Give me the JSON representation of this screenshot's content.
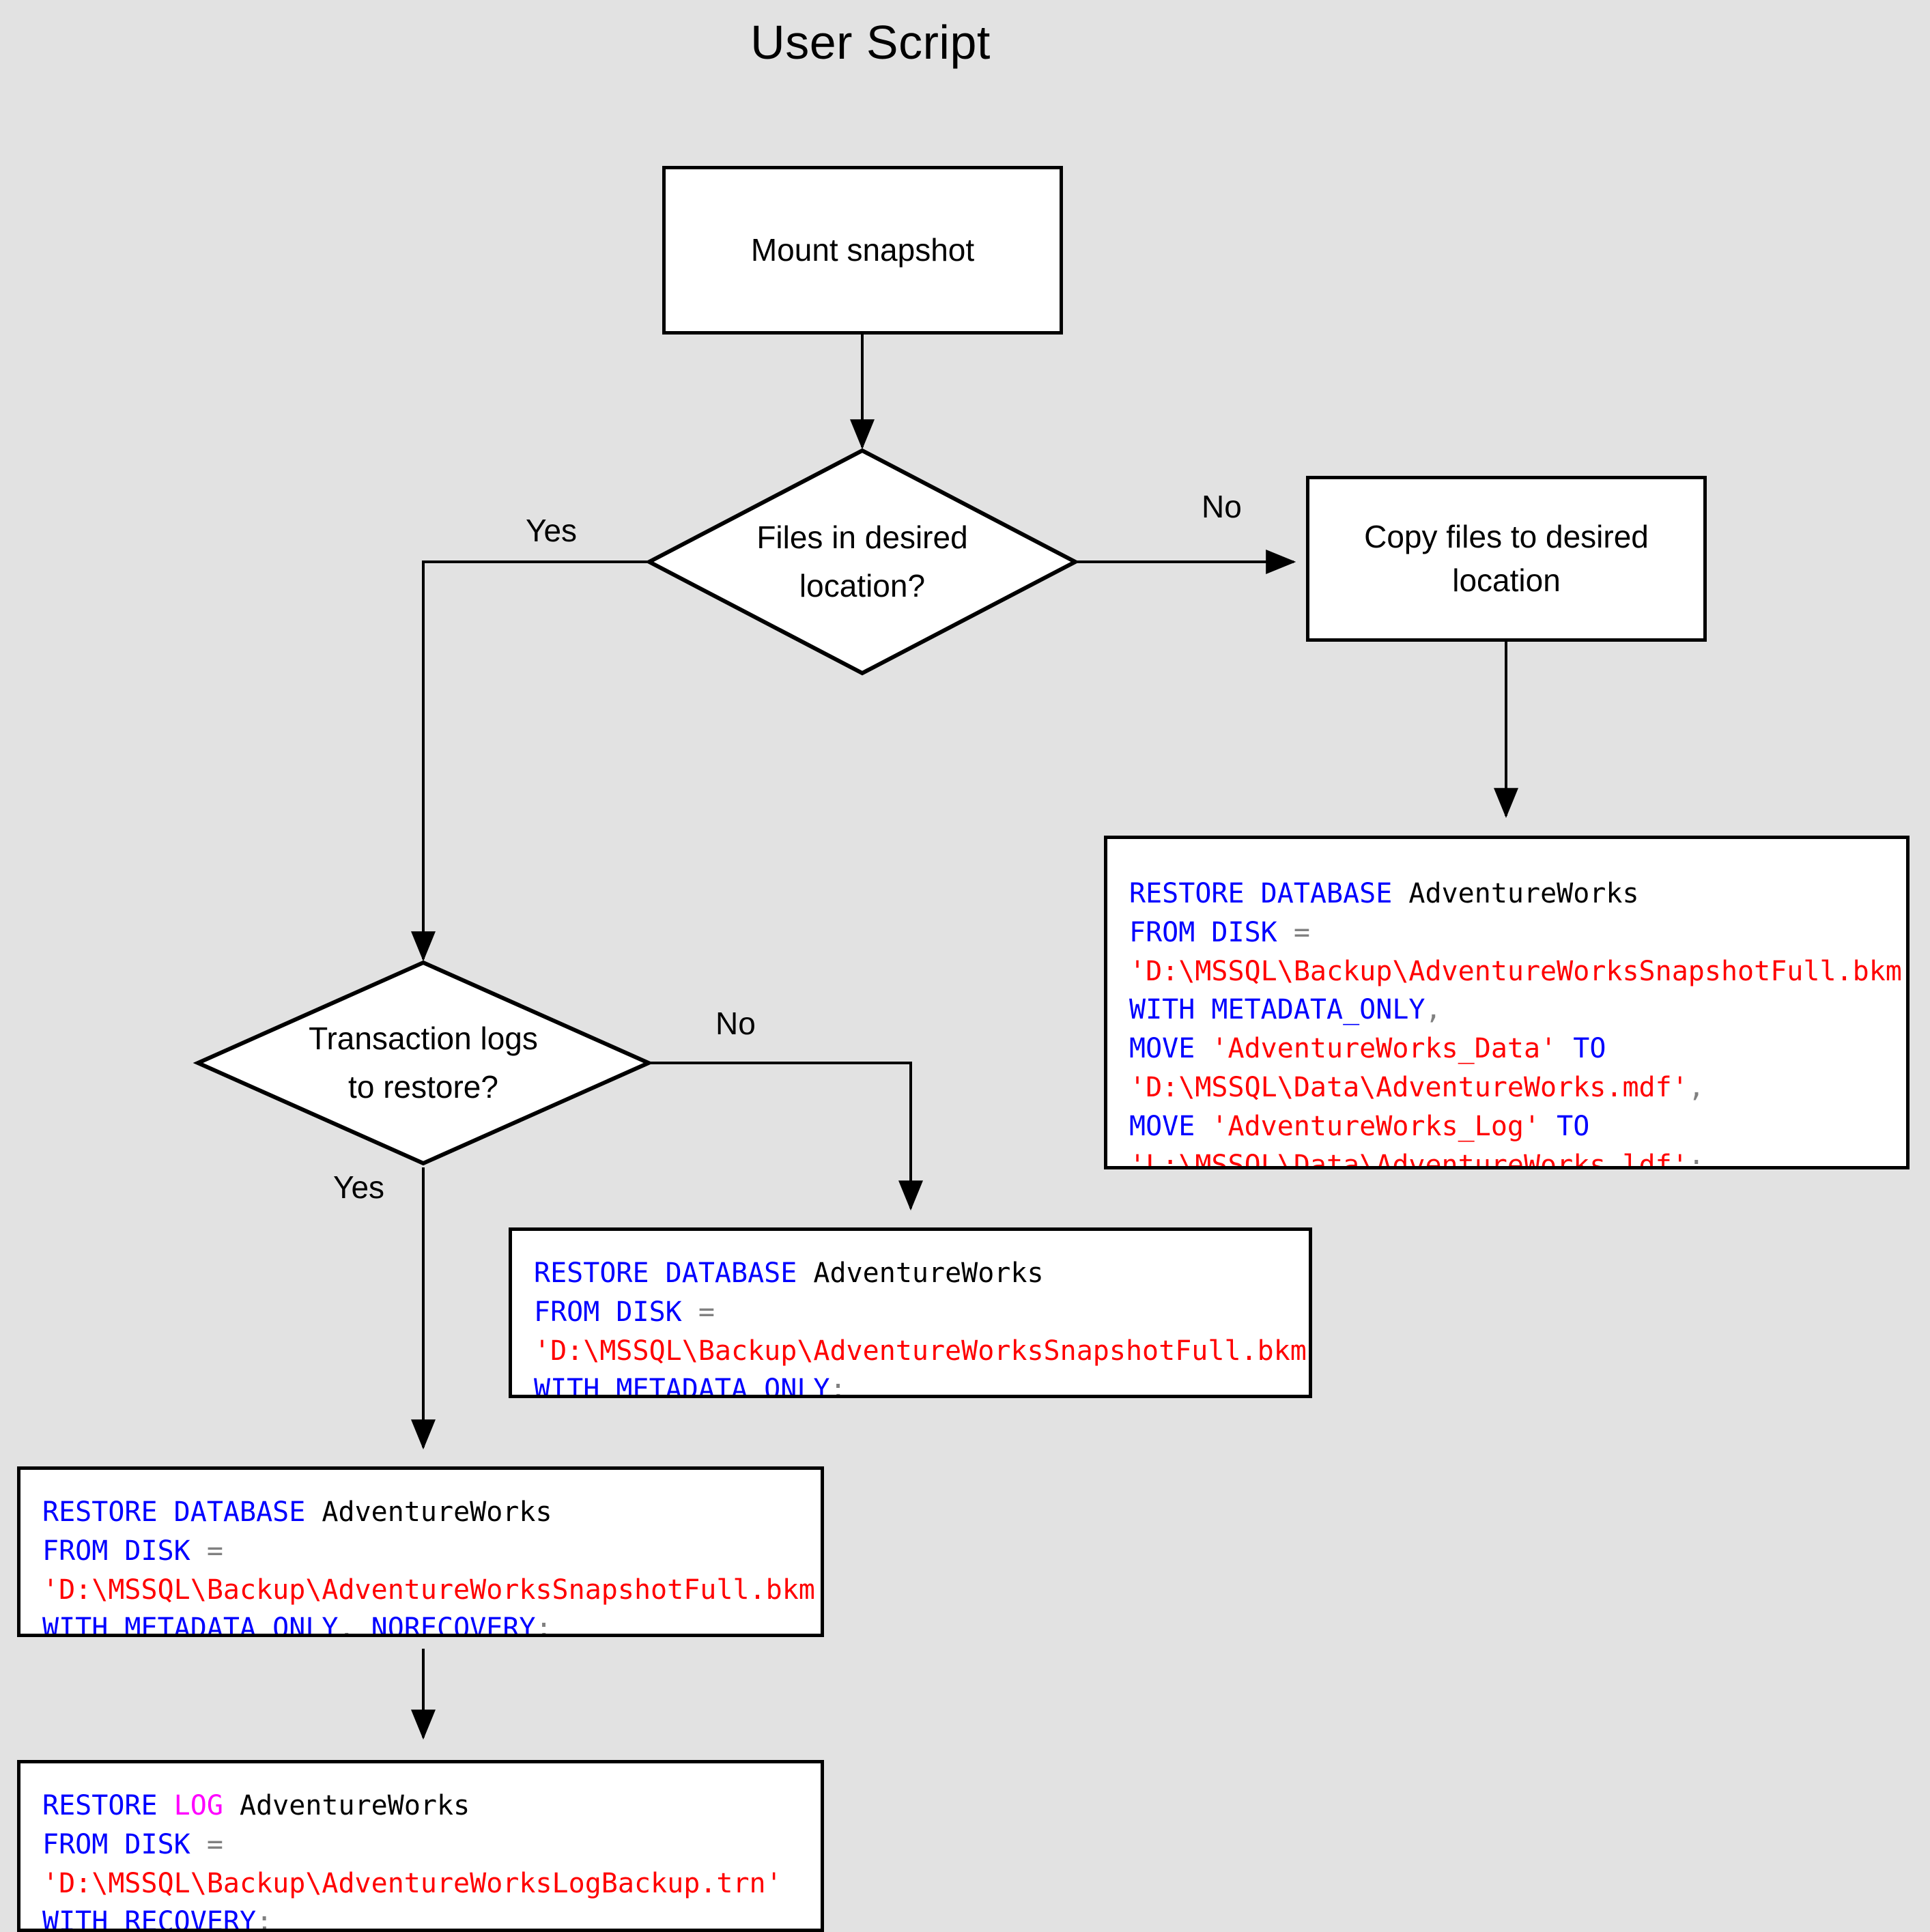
{
  "title": "User Script",
  "background_color": "#e2e2e2",
  "colors": {
    "keyword": "#0000ff",
    "keyword_log": "#ff00ff",
    "string": "#ff0000",
    "identifier": "#000000",
    "punctuation": "#808080",
    "border": "#000000",
    "node_fill": "#ffffff"
  },
  "nodes": {
    "mount_snapshot": {
      "label": "Mount snapshot"
    },
    "files_decision": {
      "label": "Files in desired location?"
    },
    "copy_files": {
      "label": "Copy files to desired location"
    },
    "logs_decision": {
      "label": "Transaction logs to restore?"
    }
  },
  "edge_labels": {
    "files_yes": "Yes",
    "files_no": "No",
    "logs_no": "No",
    "logs_yes": "Yes"
  },
  "code_blocks": {
    "copy_restore": {
      "name": "restore-with-move-code-block",
      "lines": [
        [
          {
            "t": "RESTORE DATABASE ",
            "c": "kw"
          },
          {
            "t": "AdventureWorks",
            "c": "ident"
          }
        ],
        [
          {
            "t": "FROM DISK ",
            "c": "kw"
          },
          {
            "t": "=",
            "c": "punc"
          }
        ],
        [
          {
            "t": "'D:\\MSSQL\\Backup\\AdventureWorksSnapshotFull.bkm'",
            "c": "str"
          }
        ],
        [
          {
            "t": "WITH METADATA_ONLY",
            "c": "kw"
          },
          {
            "t": ",",
            "c": "punc"
          }
        ],
        [
          {
            "t": "MOVE ",
            "c": "kw"
          },
          {
            "t": "'AdventureWorks_Data'",
            "c": "str"
          },
          {
            "t": " TO",
            "c": "kw"
          }
        ],
        [
          {
            "t": "'D:\\MSSQL\\Data\\AdventureWorks.mdf'",
            "c": "str"
          },
          {
            "t": ",",
            "c": "punc"
          }
        ],
        [
          {
            "t": "MOVE ",
            "c": "kw"
          },
          {
            "t": "'AdventureWorks_Log'",
            "c": "str"
          },
          {
            "t": " TO",
            "c": "kw"
          }
        ],
        [
          {
            "t": "'L:\\MSSQL\\Data\\AdventureWorks.ldf'",
            "c": "str"
          },
          {
            "t": ";",
            "c": "punc"
          }
        ]
      ],
      "plain_text": "RESTORE DATABASE AdventureWorks\nFROM DISK =\n'D:\\MSSQL\\Backup\\AdventureWorksSnapshotFull.bkm'\nWITH METADATA_ONLY,\nMOVE 'AdventureWorks_Data' TO\n'D:\\MSSQL\\Data\\AdventureWorks.mdf',\nMOVE 'AdventureWorks_Log' TO\n'L:\\MSSQL\\Data\\AdventureWorks.ldf';"
    },
    "restore_metadata_only": {
      "name": "restore-metadata-only-code-block",
      "lines": [
        [
          {
            "t": "RESTORE DATABASE ",
            "c": "kw"
          },
          {
            "t": "AdventureWorks",
            "c": "ident"
          }
        ],
        [
          {
            "t": "FROM DISK ",
            "c": "kw"
          },
          {
            "t": "=",
            "c": "punc"
          }
        ],
        [
          {
            "t": "'D:\\MSSQL\\Backup\\AdventureWorksSnapshotFull.bkm'",
            "c": "str"
          }
        ],
        [
          {
            "t": "WITH METADATA_ONLY",
            "c": "kw"
          },
          {
            "t": ";",
            "c": "punc"
          }
        ]
      ],
      "plain_text": "RESTORE DATABASE AdventureWorks\nFROM DISK =\n'D:\\MSSQL\\Backup\\AdventureWorksSnapshotFull.bkm'\nWITH METADATA_ONLY;"
    },
    "restore_norecovery": {
      "name": "restore-norecovery-code-block",
      "lines": [
        [
          {
            "t": "RESTORE DATABASE ",
            "c": "kw"
          },
          {
            "t": "AdventureWorks",
            "c": "ident"
          }
        ],
        [
          {
            "t": "FROM DISK ",
            "c": "kw"
          },
          {
            "t": "=",
            "c": "punc"
          }
        ],
        [
          {
            "t": "'D:\\MSSQL\\Backup\\AdventureWorksSnapshotFull.bkm'",
            "c": "str"
          }
        ],
        [
          {
            "t": "WITH METADATA_ONLY",
            "c": "kw"
          },
          {
            "t": ", ",
            "c": "punc"
          },
          {
            "t": "NORECOVERY",
            "c": "kw"
          },
          {
            "t": ";",
            "c": "punc"
          }
        ]
      ],
      "plain_text": "RESTORE DATABASE AdventureWorks\nFROM DISK =\n'D:\\MSSQL\\Backup\\AdventureWorksSnapshotFull.bkm'\nWITH METADATA_ONLY, NORECOVERY;"
    },
    "restore_log": {
      "name": "restore-log-code-block",
      "lines": [
        [
          {
            "t": "RESTORE ",
            "c": "kw"
          },
          {
            "t": "LOG",
            "c": "kw-log"
          },
          {
            "t": " ",
            "c": "ident"
          },
          {
            "t": "AdventureWorks",
            "c": "ident"
          }
        ],
        [
          {
            "t": "FROM DISK ",
            "c": "kw"
          },
          {
            "t": "=",
            "c": "punc"
          }
        ],
        [
          {
            "t": "'D:\\MSSQL\\Backup\\AdventureWorksLogBackup.trn'",
            "c": "str"
          }
        ],
        [
          {
            "t": "WITH RECOVERY",
            "c": "kw"
          },
          {
            "t": ";",
            "c": "punc"
          }
        ]
      ],
      "plain_text": "RESTORE LOG AdventureWorks\nFROM DISK =\n'D:\\MSSQL\\Backup\\AdventureWorksLogBackup.trn'\nWITH RECOVERY;"
    }
  }
}
